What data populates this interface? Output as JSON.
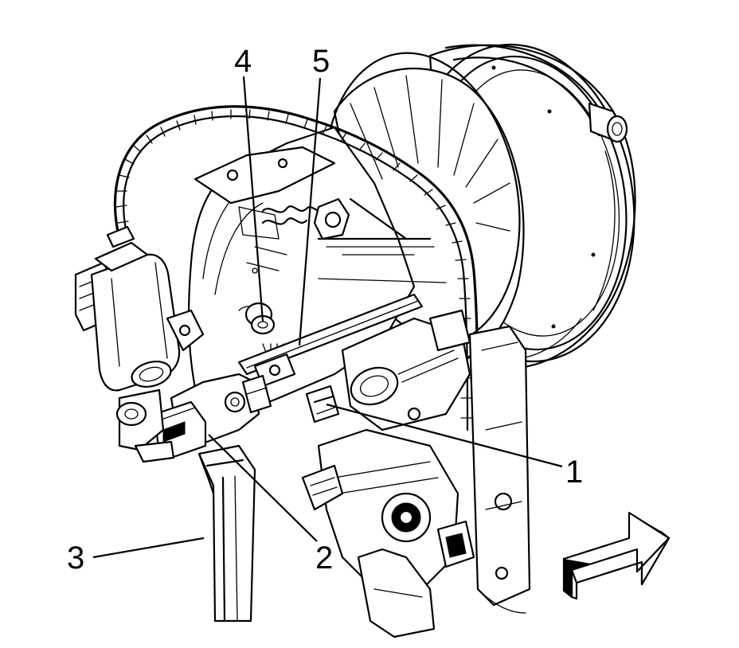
{
  "callouts": {
    "c1": "1",
    "c2": "2",
    "c3": "3",
    "c4": "4",
    "c5": "5"
  },
  "icons": {
    "direction_arrow": "forward-direction-arrow-icon"
  },
  "colors": {
    "line": "#000000",
    "background": "#ffffff"
  }
}
